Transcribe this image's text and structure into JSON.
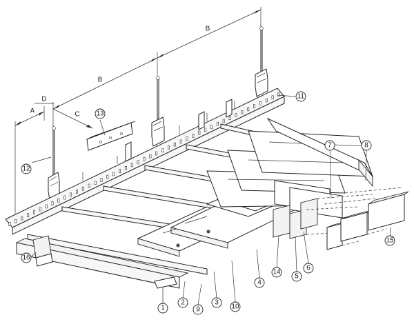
{
  "dimensions": {
    "a": "A",
    "b_left": "B",
    "b_right": "B",
    "c": "C",
    "d": "D"
  },
  "callouts": {
    "c1": "1",
    "c2": "2",
    "c3": "3",
    "c4": "4",
    "c5": "5",
    "c6": "6",
    "c7": "7",
    "c8": "8",
    "c9": "9",
    "c10": "10",
    "c11": "11",
    "c12": "12",
    "c13": "13",
    "c14": "14",
    "c15": "15",
    "c16": "16"
  }
}
